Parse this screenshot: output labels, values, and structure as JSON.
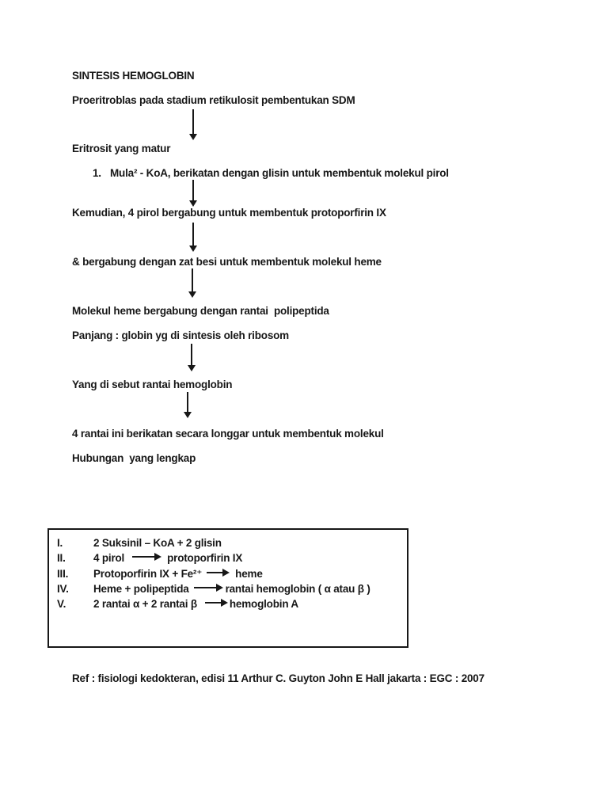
{
  "document": {
    "title": "SINTESIS HEMOGLOBIN",
    "reference": "Ref : fisiologi kedokteran, edisi 11 Arthur C. Guyton John E Hall jakarta : EGC : 2007"
  },
  "flow": {
    "step_proeritroblas": "Proeritroblas pada stadium retikulosit pembentukan SDM",
    "step_eritrosit": "Eritrosit yang matur",
    "item1_number": "1.",
    "item1_text": "Mula² - KoA, berikatan dengan glisin untuk membentuk molekul pirol",
    "step_kemudian": "Kemudian, 4 pirol bergabung untuk membentuk protoporfirin IX",
    "step_zat_besi": "& bergabung dengan zat besi untuk membentuk molekul heme",
    "step_molekul_heme": "Molekul heme bergabung dengan rantai  polipeptida",
    "step_panjang": "Panjang : globin yg di sintesis oleh ribosom",
    "step_rantai_hemoglobin": "Yang di sebut rantai hemoglobin",
    "step_4_rantai": "4 rantai ini berikatan secara longgar untuk membentuk molekul",
    "step_hubungan": "Hubungan  yang lengkap"
  },
  "summary_box": {
    "rows": [
      {
        "numeral": "I.",
        "lhs": "2 Suksinil – KoA + 2 glisin",
        "rhs": ""
      },
      {
        "numeral": "II.",
        "lhs": "4 pirol",
        "rhs": "protoporfirin IX"
      },
      {
        "numeral": "III.",
        "lhs": "Protoporfirin IX + Fe²⁺",
        "rhs": "heme"
      },
      {
        "numeral": "IV.",
        "lhs": "Heme + polipeptida",
        "rhs": "rantai hemoglobin ( α atau β )"
      },
      {
        "numeral": "V.",
        "lhs": "2 rantai α + 2 rantai β",
        "rhs": "hemoglobin A"
      }
    ]
  },
  "colors": {
    "text": "#171717",
    "background": "#ffffff"
  }
}
